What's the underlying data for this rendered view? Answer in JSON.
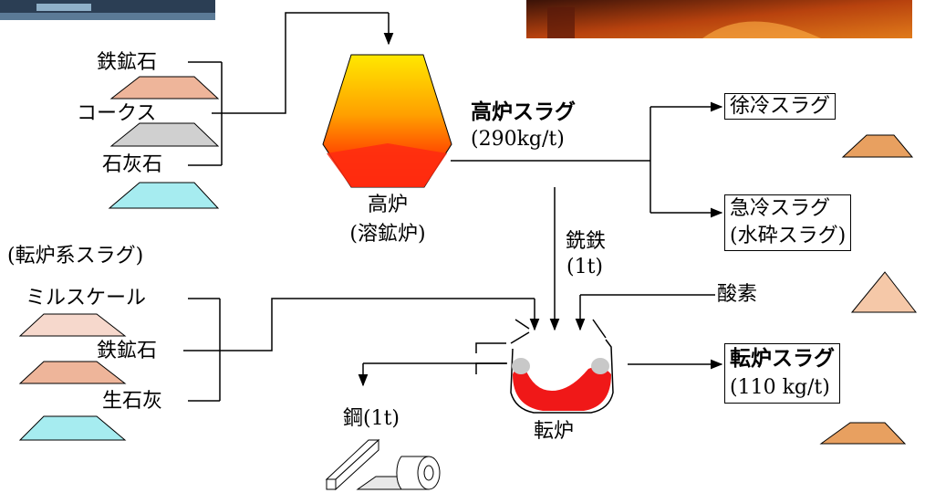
{
  "inputs_blast": {
    "iron_ore": "鉄鉱石",
    "coke": "コークス",
    "limestone": "石灰石"
  },
  "blast_furnace": {
    "name": "高炉",
    "sub": "(溶鉱炉)"
  },
  "bf_slag": {
    "label": "高炉スラグ",
    "amount": "(290kg/t)"
  },
  "products_bf": {
    "slow_cooled": "徐冷スラグ",
    "granulated_line1": "急冷スラグ",
    "granulated_line2": "(水砕スラグ)"
  },
  "pig_iron": {
    "label": "銑鉄",
    "amount": "(1t)"
  },
  "inputs_converter": {
    "group_label": "(転炉系スラグ)",
    "mill_scale": "ミルスケール",
    "iron_ore": "鉄鉱石",
    "quicklime": "生石灰"
  },
  "oxygen": "酸素",
  "converter": "転炉",
  "steel": "鋼(1t)",
  "converter_slag": {
    "label": "転炉スラグ",
    "amount": "(110 kg/t)"
  }
}
